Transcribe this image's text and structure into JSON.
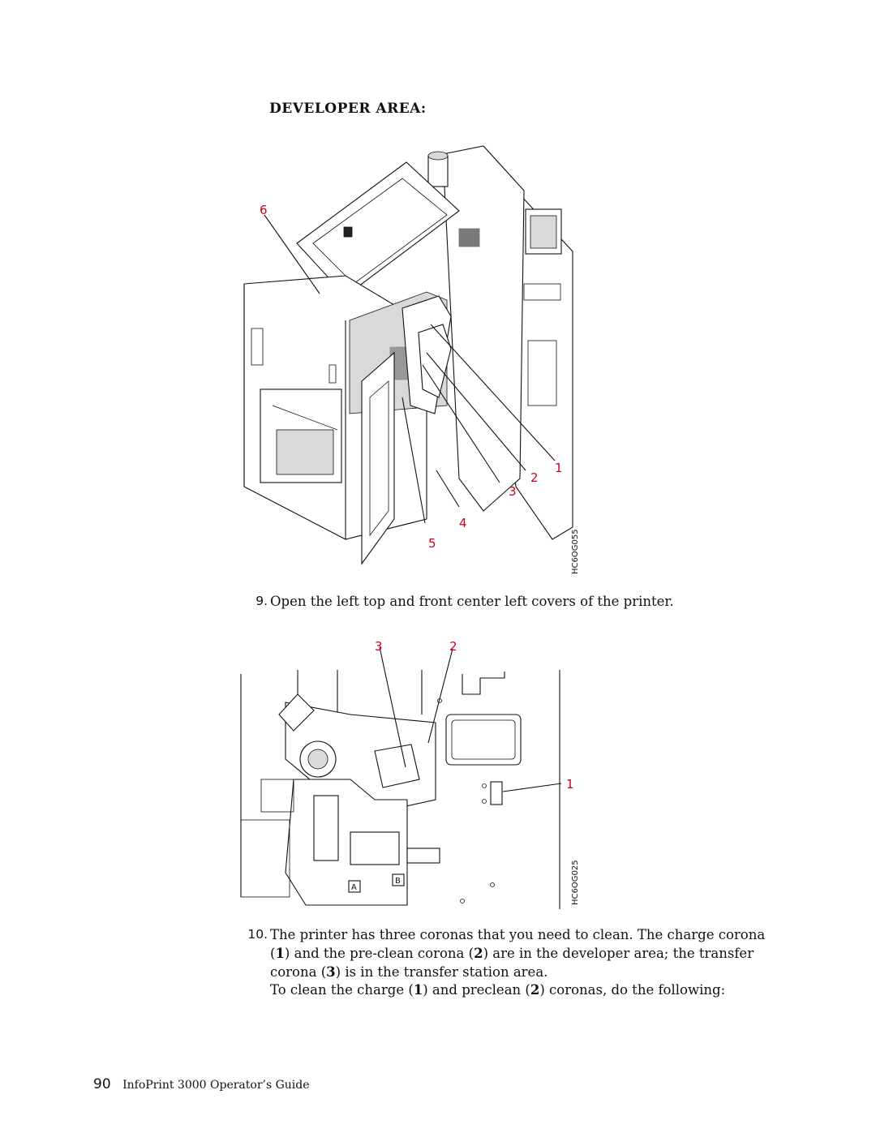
{
  "heading": "DEVELOPER AREA:",
  "figure1": {
    "callouts": [
      "1",
      "2",
      "3",
      "4",
      "5",
      "6"
    ],
    "figure_id": "HC6OG055"
  },
  "step9": {
    "number": "9.",
    "text": "Open the left top and front center left covers of the printer."
  },
  "figure2": {
    "callouts": [
      "3",
      "2",
      "1"
    ],
    "panel_labels": [
      "A",
      "B"
    ],
    "figure_id": "HC6OG025"
  },
  "step10": {
    "number": "10.",
    "t1": "The printer has three coronas that you need to clean. The charge corona (",
    "b1": "1",
    "t2": ") and the pre-clean corona (",
    "b2": "2",
    "t3": ") are in the developer area; the transfer corona (",
    "b3": "3",
    "t4": ") is in the transfer station area."
  },
  "para": {
    "t1": "To clean the charge (",
    "b1": "1",
    "t2": ") and preclean (",
    "b2": "2",
    "t3": ") coronas, do the following:"
  },
  "footer": {
    "page_number": "90",
    "title": "InfoPrint 3000 Operator’s Guide"
  },
  "colors": {
    "callout": "#d0021b",
    "text": "#111111"
  }
}
